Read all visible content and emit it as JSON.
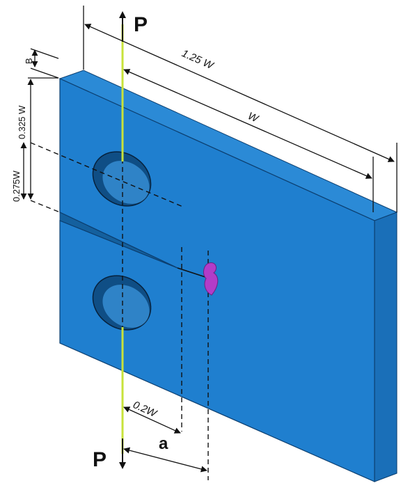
{
  "labels": {
    "load_top": "P",
    "load_bottom": "P",
    "width_total": "1.25 W",
    "width": "W",
    "thickness": "B",
    "half_height": "0.325 W",
    "hole_offset": "0.275W",
    "pin_offset": "0.2W",
    "crack_length": "a"
  },
  "colors": {
    "specimen": "#1f7fcf",
    "load_line": "#c8e23a",
    "crack_tip": "#b23cc8"
  }
}
